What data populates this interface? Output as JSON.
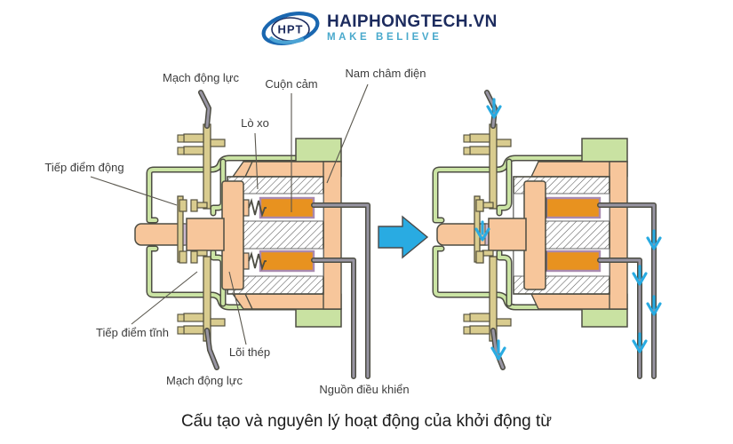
{
  "logo": {
    "monogram": "HPT",
    "brand": "HAIPHONGTECH.VN",
    "tagline": "MAKE BELIEVE"
  },
  "labels": {
    "mach_dong_luc_top": "Mạch động lực",
    "cuon_cam": "Cuộn cảm",
    "nam_cham_dien": "Nam châm điện",
    "lo_xo": "Lò xo",
    "tiep_diem_dong": "Tiếp điểm động",
    "tiep_diem_tinh": "Tiếp điểm tĩnh",
    "loi_thep": "Lõi thép",
    "mach_dong_luc_bottom": "Mạch động lực",
    "nguon_dieu_khien": "Nguồn điều khiển"
  },
  "caption": "Cấu tạo và nguyên lý hoạt động của khởi động từ",
  "colors": {
    "navy": "#1c2b5e",
    "logo_blue": "#1a67b0",
    "tagline_blue": "#49a9cc",
    "arrow_blue": "#29abe2",
    "casing_green": "#cbe4a4",
    "block_green": "#c9e2a2",
    "coil_orange": "#e8921f",
    "coil_border": "#a98ab0",
    "core_salmon": "#f7c69b",
    "spacer_lavender": "#cbb8d0",
    "contact_olive": "#d9cc8f",
    "wire_gray": "#9895a3",
    "outline_dark": "#4d4d43",
    "label_text": "#3c3c3c"
  }
}
